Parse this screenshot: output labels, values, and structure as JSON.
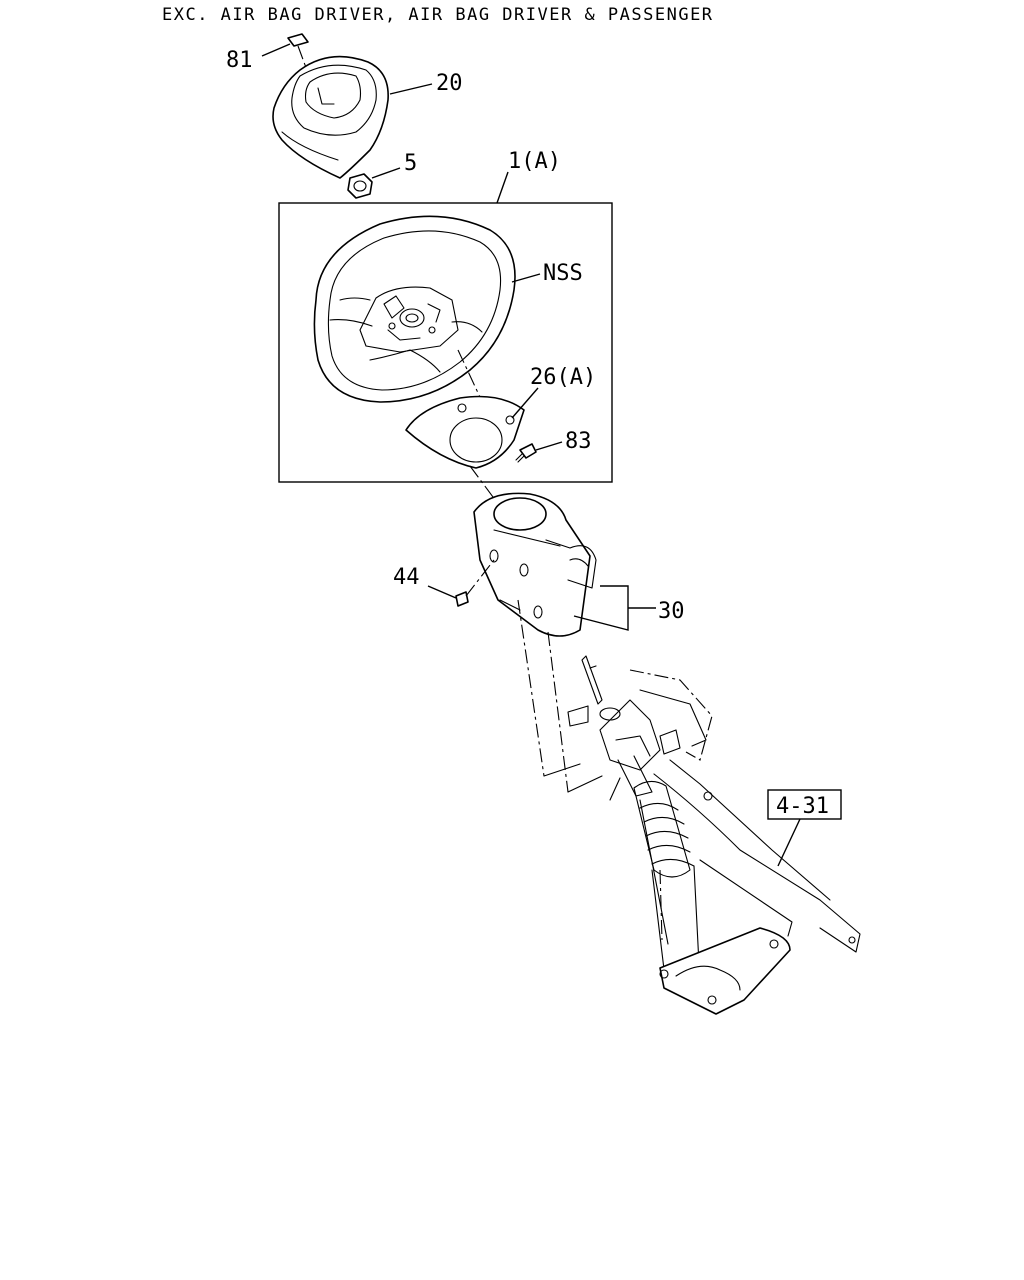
{
  "title": "EXC. AIR BAG DRIVER, AIR BAG DRIVER & PASSENGER",
  "callouts": {
    "p81": "81",
    "p20": "20",
    "p5": "5",
    "p1a": "1(A)",
    "nss": "NSS",
    "p26a": "26(A)",
    "p83": "83",
    "p44": "44",
    "p30": "30",
    "ref431": "4-31"
  }
}
